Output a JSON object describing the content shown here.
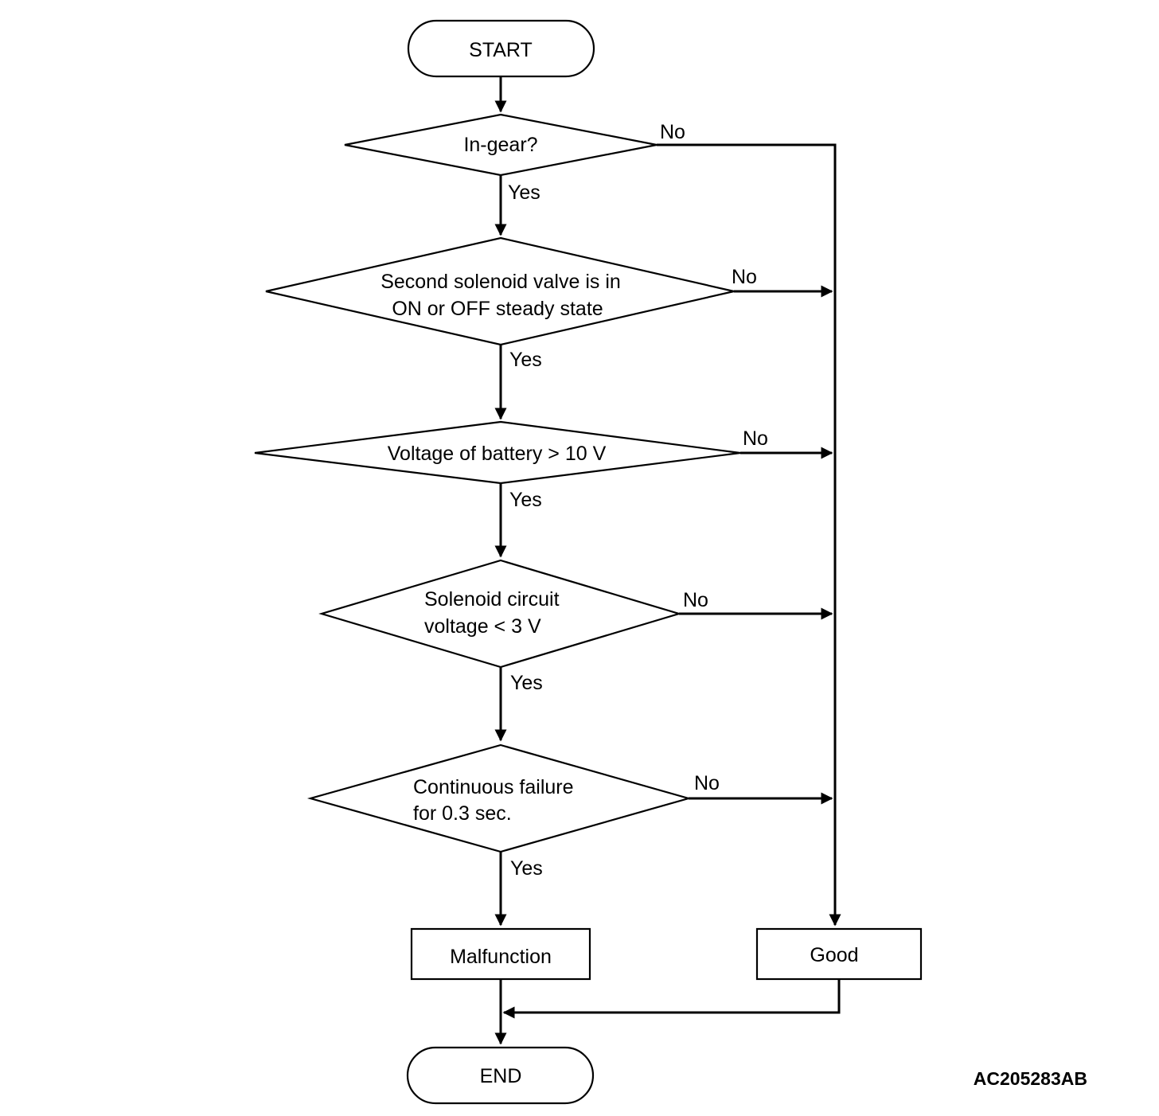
{
  "flowchart": {
    "start": "START",
    "end": "END",
    "decisions": [
      {
        "lines": [
          "In-gear?"
        ],
        "yes": "Yes",
        "no": "No"
      },
      {
        "lines": [
          "Second solenoid valve is in",
          "ON or OFF steady state"
        ],
        "yes": "Yes",
        "no": "No"
      },
      {
        "lines": [
          "Voltage of battery > 10 V"
        ],
        "yes": "Yes",
        "no": "No"
      },
      {
        "lines": [
          "Solenoid circuit",
          "voltage < 3 V"
        ],
        "yes": "Yes",
        "no": "No"
      },
      {
        "lines": [
          "Continuous failure",
          "for 0.3 sec."
        ],
        "yes": "Yes",
        "no": "No"
      }
    ],
    "malfunction": "Malfunction",
    "good": "Good"
  },
  "figure_code": "AC205283AB",
  "colors": {
    "line": "#000000",
    "background": "#ffffff"
  }
}
